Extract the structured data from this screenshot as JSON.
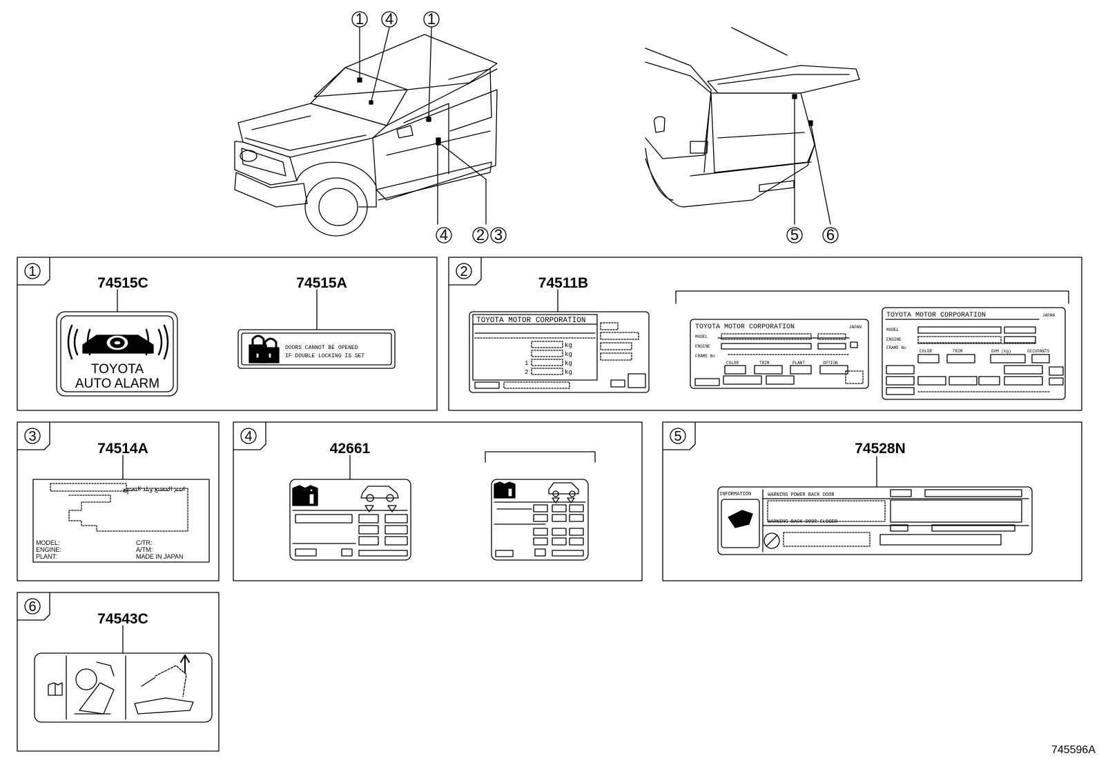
{
  "diagram_code": "745596A",
  "callouts": {
    "front_top": [
      "1",
      "4",
      "1"
    ],
    "front_bottom": [
      "4",
      "2",
      "3"
    ],
    "rear_bottom": [
      "5",
      "6"
    ]
  },
  "panels": [
    {
      "num": "1",
      "parts": [
        "74515C",
        "74515A"
      ]
    },
    {
      "num": "2",
      "parts": [
        "74511B"
      ]
    },
    {
      "num": "3",
      "parts": [
        "74514A"
      ]
    },
    {
      "num": "4",
      "parts": [
        "42661"
      ]
    },
    {
      "num": "5",
      "parts": [
        "74528N"
      ]
    },
    {
      "num": "6",
      "parts": [
        "74543C"
      ]
    }
  ],
  "labels": {
    "alarm": {
      "line1": "TOYOTA",
      "line2": "AUTO ALARM"
    },
    "double_lock": {
      "line1": "DOORS CANNOT BE OPENED",
      "line2": "IF DOUBLE LOCKING IS SET"
    },
    "vin_plate_a": {
      "maker": "TOYOTA MOTOR CORPORATION",
      "kg": [
        "kg",
        "kg",
        "kg",
        "kg"
      ],
      "axle": [
        "1",
        "2"
      ]
    },
    "vin_plate_b": {
      "maker": "TOYOTA MOTOR CORPORATION",
      "country": "JAPAN",
      "fields": [
        "MODEL",
        "ENGINE",
        "FRAME No"
      ],
      "cols": [
        "COLOR",
        "TRIM",
        "PLANT",
        "OPTION"
      ]
    },
    "vin_plate_c": {
      "maker": "TOYOTA MOTOR CORPORATION",
      "country": "JAPAN",
      "fields": [
        "MODEL",
        "ENGINE",
        "FRAME No"
      ],
      "cols": [
        "COLOR",
        "TRIM",
        "GVM (kg)",
        "OCCUPANTS"
      ]
    },
    "origin_plate": {
      "arabic": "اسم المصنع وبلد التصنيع",
      "left": [
        "MODEL:",
        "ENGINE:",
        "PLANT:"
      ],
      "right": [
        "C/TR:",
        "A/TM:",
        "MADE IN JAPAN"
      ]
    },
    "back_door": {
      "info": "INFORMATION",
      "warn1": "WARNING POWER BACK DOOR",
      "warn2": "WARNING BACK DOOR CLOSER"
    }
  }
}
